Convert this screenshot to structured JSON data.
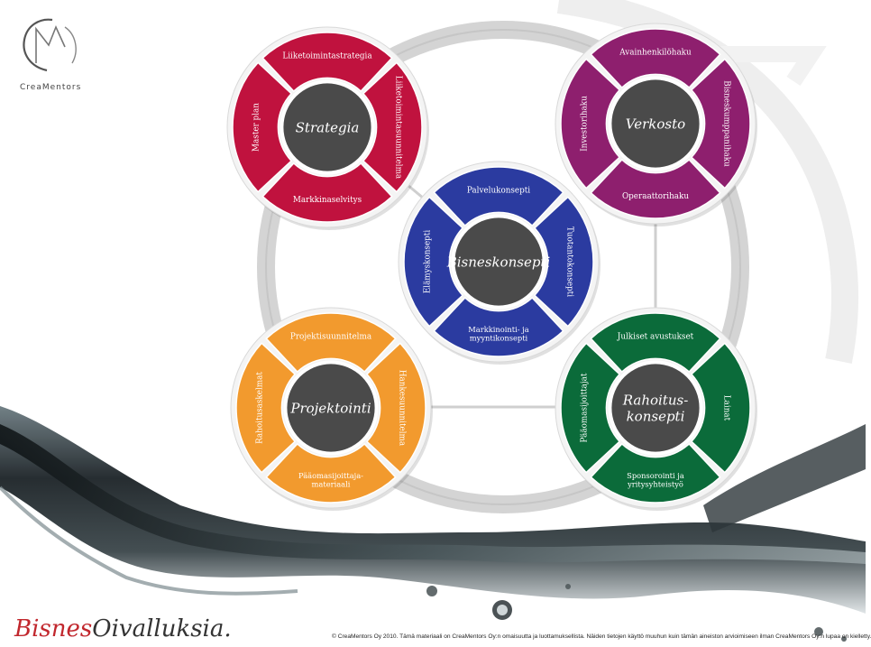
{
  "logo": {
    "name": "CreaMentors"
  },
  "brand": {
    "part1": "Bisnes",
    "part2": "Oivalluksia",
    "part3": "."
  },
  "copyright": "© CreaMentors Oy 2010. Tämä materiaali on CreaMentors Oy:n omaisuutta ja luottamuksellista. Näiden tietojen käyttö muuhun kuin tämän aineiston arvioimiseen ilman CreaMentors Oy:n lupaa on kielletty.",
  "wheels": [
    {
      "key": "strategia",
      "color": "#c0123e",
      "center": [
        "Strategia"
      ],
      "segments": [
        [
          "Liiketoimintastrategia"
        ],
        [
          "Liiketoimintasuunnitelma"
        ],
        [
          "Markkinaselvitys"
        ],
        [
          "Master plan"
        ]
      ]
    },
    {
      "key": "verkosto",
      "color": "#8e1f6e",
      "center": [
        "Verkosto"
      ],
      "segments": [
        [
          "Avainhenkilöhaku"
        ],
        [
          "Bisneskumppanihaku"
        ],
        [
          "Operaattorihaku"
        ],
        [
          "Investorihaku"
        ]
      ]
    },
    {
      "key": "bisneskonsepti",
      "color": "#2b3ba0",
      "center": [
        "Bisneskonsepti"
      ],
      "segments": [
        [
          "Palvelukonsepti"
        ],
        [
          "Tuotantokonsepti"
        ],
        [
          "Markkinointi- ja",
          "myyntikonsepti"
        ],
        [
          "Elämyskonsepti"
        ]
      ]
    },
    {
      "key": "projektointi",
      "color": "#f29a2e",
      "center": [
        "Projektointi"
      ],
      "segments": [
        [
          "Projektisuunnitelma"
        ],
        [
          "Hankesuunnitelma"
        ],
        [
          "Pääomasijoittaja-",
          "materiaali"
        ],
        [
          "Rahoitusaskelmat"
        ]
      ]
    },
    {
      "key": "rahoituskonsepti",
      "color": "#0b6b3a",
      "center": [
        "Rahoitus-",
        "konsepti"
      ],
      "segments": [
        [
          "Julkiset avustukset"
        ],
        [
          "Lainat"
        ],
        [
          "Sponsorointi ja",
          "yritysyhteistyö"
        ],
        [
          "Pääomasijoittajat"
        ]
      ]
    }
  ]
}
